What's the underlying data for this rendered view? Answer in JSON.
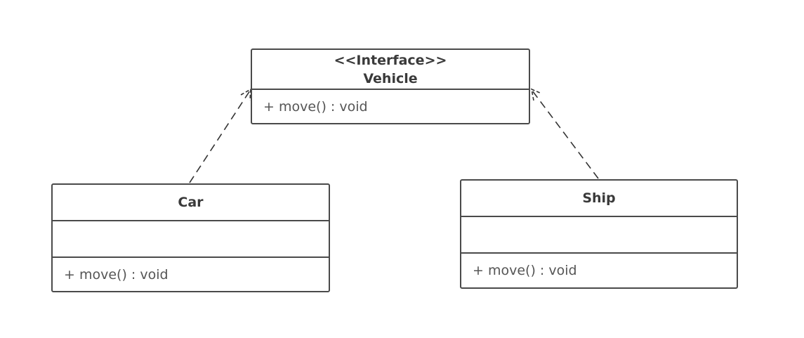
{
  "diagram": {
    "interface": {
      "stereotype": "<<Interface>>",
      "name": "Vehicle",
      "operations": [
        "+ move() : void"
      ]
    },
    "classes": [
      {
        "name": "Car",
        "attributes": [],
        "operations": [
          "+ move() : void"
        ]
      },
      {
        "name": "Ship",
        "attributes": [],
        "operations": [
          "+ move() : void"
        ]
      }
    ],
    "relations": [
      {
        "type": "realization",
        "from": "Car",
        "to": "Vehicle"
      },
      {
        "type": "realization",
        "from": "Ship",
        "to": "Vehicle"
      }
    ],
    "colors": {
      "border": "#4a4a4a",
      "text": "#333333",
      "background": "#ffffff"
    }
  }
}
